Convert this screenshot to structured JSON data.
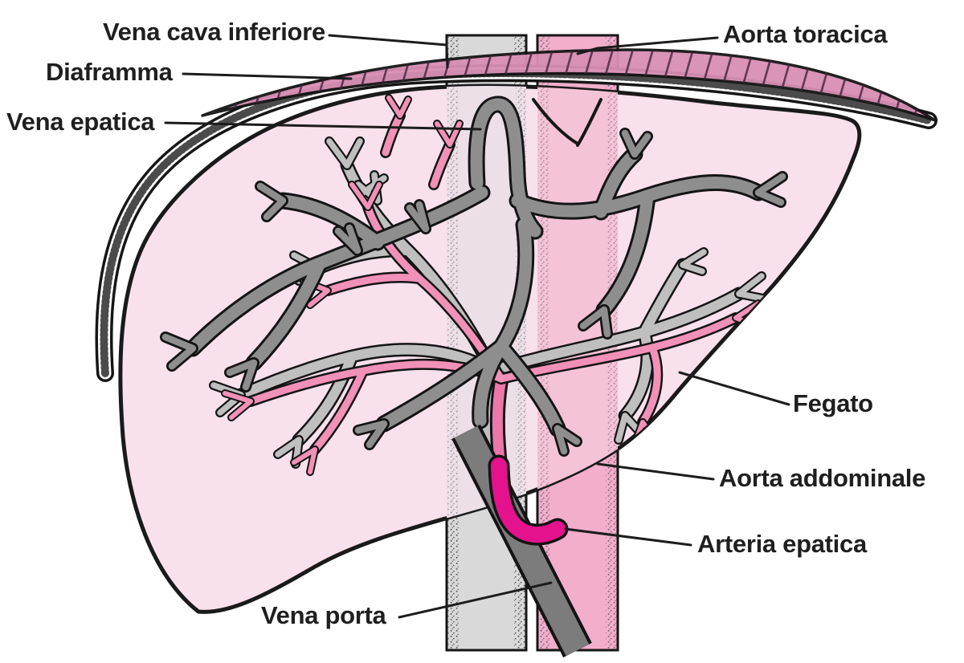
{
  "figure": {
    "type": "anatomical-line-illustration",
    "language": "it"
  },
  "labels": {
    "vena_cava_inferiore": "Vena cava inferiore",
    "aorta_toracica": "Aorta toracica",
    "diaframma": "Diaframma",
    "vena_epatica": "Vena epatica",
    "fegato": "Fegato",
    "aorta_addominale": "Aorta addominale",
    "arteria_epatica": "Arteria epatica",
    "vena_porta": "Vena porta"
  },
  "colors": {
    "liver": "#f8e0ec",
    "liver_outline": "#1a1a1a",
    "diaphragm": "#d78fb4",
    "diaphragm_hatch": "#44203a",
    "vena_cava": "#d9d9d9",
    "vena_cava_in_liver": "#ecdfe8",
    "aorta": "#f2aecb",
    "aorta_in_liver": "#f5c3d7",
    "hepatic_vein": "#8e8e8e",
    "portal_branches": "#bfbfbf",
    "artery_branches": "#f191b8",
    "artery_trunk": "#ec77aa",
    "arteria_epatica_hook": "#e4128c",
    "vena_porta": "#7c7c7c",
    "ink": "#1c1c1c"
  }
}
